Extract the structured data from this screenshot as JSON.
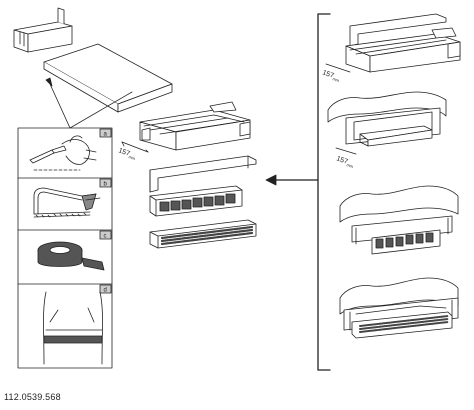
{
  "document": {
    "code": "112.0539.568",
    "dimension_value": "157",
    "dimension_unit": "mm",
    "step_labels": [
      "a",
      "b",
      "c",
      "d"
    ]
  }
}
